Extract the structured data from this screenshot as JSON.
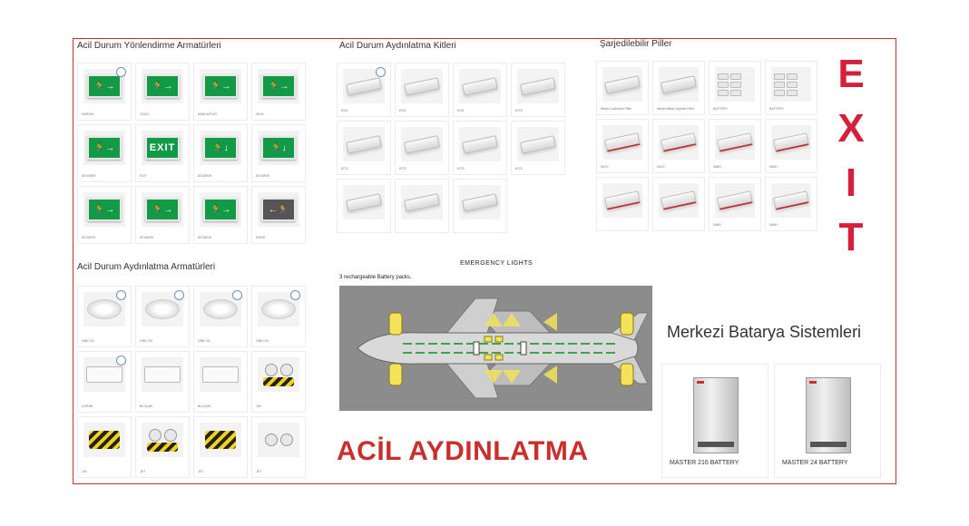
{
  "sections": {
    "yonlendirme": {
      "title": "Acil Durum Yönlendirme Armatürleri",
      "items": [
        {
          "kind": "sign-right",
          "caption": "NAROW"
        },
        {
          "kind": "sign-right",
          "caption": "GOLD"
        },
        {
          "kind": "sign-right",
          "caption": "MINIDUPLEX"
        },
        {
          "kind": "sign-right",
          "caption": "SIGN"
        },
        {
          "kind": "sign-right",
          "caption": "SEVINER"
        },
        {
          "kind": "sign-exit",
          "caption": "EXIT"
        },
        {
          "kind": "sign-down",
          "caption": "SEVARIS"
        },
        {
          "kind": "sign-down",
          "caption": "SEVARIS"
        },
        {
          "kind": "sign-right",
          "caption": "SEVARIS"
        },
        {
          "kind": "sign-right",
          "caption": "SEVARIS"
        },
        {
          "kind": "sign-right",
          "caption": "SEVARIS"
        },
        {
          "kind": "sign-left-dark",
          "caption": "PARIS"
        }
      ]
    },
    "aydinlatma_kitleri": {
      "title": "Acil Durum Aydınlatma Kitleri",
      "items": [
        {
          "kind": "box",
          "caption": "KDS"
        },
        {
          "kind": "box",
          "caption": "KDS"
        },
        {
          "kind": "box",
          "caption": "KDS"
        },
        {
          "kind": "box",
          "caption": "KITS"
        },
        {
          "kind": "box",
          "caption": "KITS"
        },
        {
          "kind": "box",
          "caption": "KITS"
        },
        {
          "kind": "box",
          "caption": "KITS"
        },
        {
          "kind": "box",
          "caption": "KITS"
        },
        {
          "kind": "box",
          "caption": ""
        },
        {
          "kind": "box",
          "caption": ""
        },
        {
          "kind": "box",
          "caption": ""
        }
      ]
    },
    "sarj_piller": {
      "title": "Şarjedilebilir Piller",
      "items": [
        {
          "kind": "box",
          "caption": "Nickel-Cadmium Piller"
        },
        {
          "kind": "box",
          "caption": "Nickel-Metal Hydride Piller"
        },
        {
          "kind": "cells",
          "caption": "BATTERY"
        },
        {
          "kind": "cells",
          "caption": "BATTERY"
        },
        {
          "kind": "box-red",
          "caption": "NICD"
        },
        {
          "kind": "box-red",
          "caption": "NICD"
        },
        {
          "kind": "box-red",
          "caption": "NIMH"
        },
        {
          "kind": "box-red",
          "caption": "NIMH"
        },
        {
          "kind": "box-red",
          "caption": ""
        },
        {
          "kind": "box-red",
          "caption": ""
        },
        {
          "kind": "box-red",
          "caption": "NIMH"
        },
        {
          "kind": "box-red",
          "caption": "NIMH"
        }
      ]
    },
    "aydinlatma_armaturleri": {
      "title": "Acil Durum Aydınlatma Armatürleri",
      "items": [
        {
          "kind": "round",
          "caption": "ONE 010"
        },
        {
          "kind": "round",
          "caption": "ONE 015"
        },
        {
          "kind": "round",
          "caption": "ONE 010"
        },
        {
          "kind": "round",
          "caption": "ONE 015"
        },
        {
          "kind": "rect",
          "caption": "DURAN"
        },
        {
          "kind": "rect",
          "caption": "BLOQUE"
        },
        {
          "kind": "rect",
          "caption": "BLOQUE"
        },
        {
          "kind": "hazard-twin",
          "caption": "JOL"
        },
        {
          "kind": "hazard",
          "caption": "JOL"
        },
        {
          "kind": "hazard-twin",
          "caption": "JET"
        },
        {
          "kind": "hazard",
          "caption": "JET"
        },
        {
          "kind": "twin",
          "caption": "JET"
        }
      ]
    }
  },
  "exit_letters": [
    "E",
    "X",
    "I",
    "T"
  ],
  "emergency": {
    "title": "EMERGENCY LIGHTS",
    "subtitle": "3 rechargeable Battery packs."
  },
  "headline": "ACİL AYDINLATMA",
  "merkezi": {
    "title": "Merkezi Batarya Sistemleri",
    "items": [
      {
        "caption": "MASTER 216 BATTERY"
      },
      {
        "caption": "MASTER 24 BATTERY"
      }
    ]
  },
  "colors": {
    "accent_red": "#c9302c",
    "exit_green": "#139a47",
    "hazard_yellow": "#f2d21b"
  }
}
